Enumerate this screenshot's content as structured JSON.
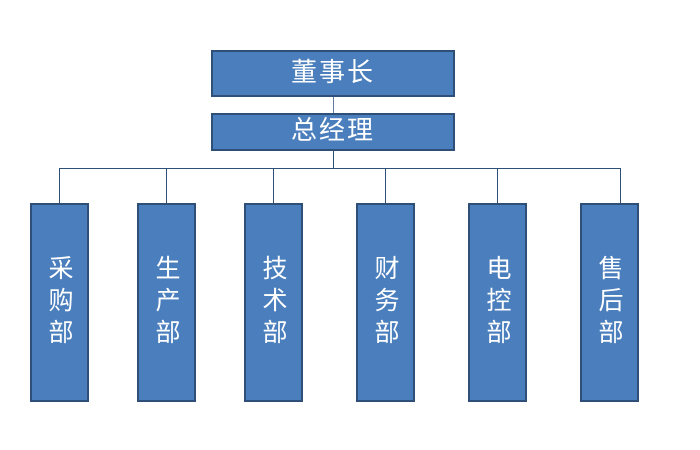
{
  "chart_data": {
    "type": "diagram",
    "diagram_type": "organization-chart",
    "title": "",
    "orientation": "top-down",
    "colors": {
      "node_fill": "#4A7EBC",
      "node_border": "#2E5078",
      "node_text": "#FFFFFF",
      "connector": "#2E5078",
      "background": "#FFFFFF"
    },
    "nodes": [
      {
        "id": "chairman",
        "label": "董事长",
        "level": 0,
        "orientation": "horizontal"
      },
      {
        "id": "manager",
        "label": "总经理",
        "level": 1,
        "orientation": "horizontal"
      },
      {
        "id": "dept-0",
        "label": "采购部",
        "level": 2,
        "orientation": "vertical"
      },
      {
        "id": "dept-1",
        "label": "生产部",
        "level": 2,
        "orientation": "vertical"
      },
      {
        "id": "dept-2",
        "label": "技术部",
        "level": 2,
        "orientation": "vertical"
      },
      {
        "id": "dept-3",
        "label": "财务部",
        "level": 2,
        "orientation": "vertical"
      },
      {
        "id": "dept-4",
        "label": "电控部",
        "level": 2,
        "orientation": "vertical"
      },
      {
        "id": "dept-5",
        "label": "售后部",
        "level": 2,
        "orientation": "vertical"
      }
    ],
    "edges": [
      {
        "from": "chairman",
        "to": "manager"
      },
      {
        "from": "manager",
        "to": "dept-0"
      },
      {
        "from": "manager",
        "to": "dept-1"
      },
      {
        "from": "manager",
        "to": "dept-2"
      },
      {
        "from": "manager",
        "to": "dept-3"
      },
      {
        "from": "manager",
        "to": "dept-4"
      },
      {
        "from": "manager",
        "to": "dept-5"
      }
    ]
  },
  "top": {
    "chairman": "董事长",
    "manager": "总经理"
  },
  "departments": [
    {
      "label": "采购部"
    },
    {
      "label": "生产部"
    },
    {
      "label": "技术部"
    },
    {
      "label": "财务部"
    },
    {
      "label": "电控部"
    },
    {
      "label": "售后部"
    }
  ]
}
